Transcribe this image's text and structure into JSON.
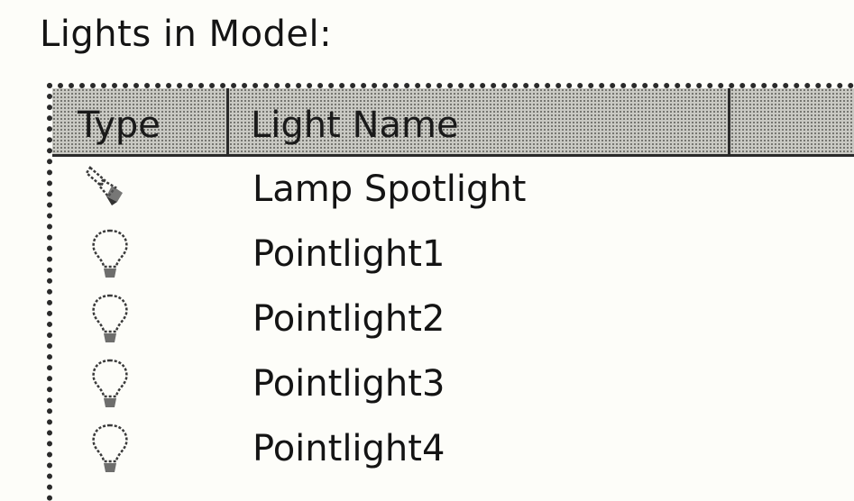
{
  "panel": {
    "title": "Lights in Model:"
  },
  "table": {
    "columns": [
      "Type",
      "Light Name",
      ""
    ],
    "rows": [
      {
        "type_icon": "spotlight-icon",
        "name": "Lamp Spotlight"
      },
      {
        "type_icon": "bulb-icon",
        "name": "Pointlight1"
      },
      {
        "type_icon": "bulb-icon",
        "name": "Pointlight2"
      },
      {
        "type_icon": "bulb-icon",
        "name": "Pointlight3"
      },
      {
        "type_icon": "bulb-icon",
        "name": "Pointlight4"
      }
    ]
  }
}
